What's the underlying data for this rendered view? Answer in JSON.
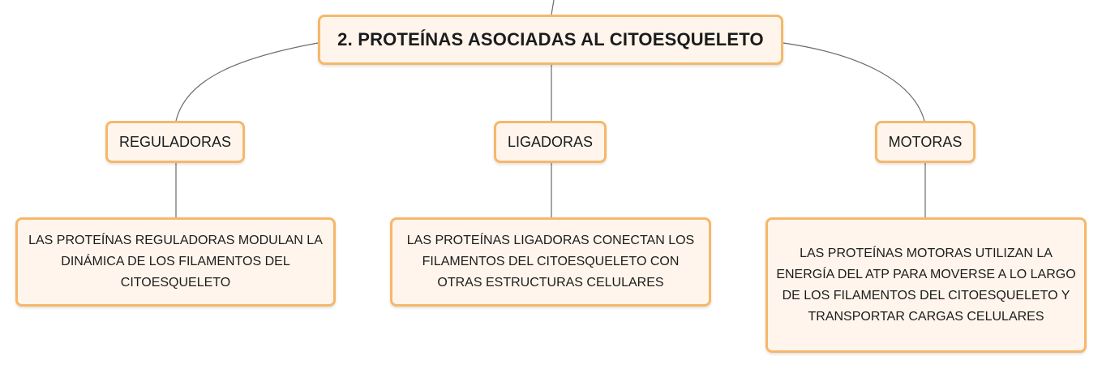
{
  "root": {
    "label": "2. PROTEÍNAS ASOCIADAS AL CITOESQUELETO"
  },
  "categories": [
    {
      "label": "REGULADORAS",
      "description": "LAS PROTEÍNAS REGULADORAS MODULAN LA DINÁMICA DE LOS FILAMENTOS DEL CITOESQUELETO"
    },
    {
      "label": "LIGADORAS",
      "description": "LAS PROTEÍNAS LIGADORAS CONECTAN LOS FILAMENTOS DEL CITOESQUELETO CON OTRAS ESTRUCTURAS CELULARES"
    },
    {
      "label": "MOTORAS",
      "description": "LAS PROTEÍNAS MOTORAS UTILIZAN LA ENERGÍA DEL ATP PARA MOVERSE A LO LARGO DE LOS FILAMENTOS DEL CITOESQUELETO Y TRANSPORTAR CARGAS CELULARES"
    }
  ],
  "colors": {
    "node_fill": "#fff5ec",
    "node_border": "#f5b86a",
    "connector": "#6b6b6b"
  }
}
